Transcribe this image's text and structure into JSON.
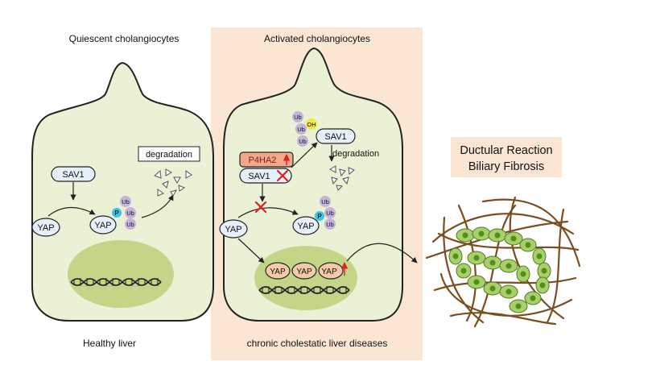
{
  "left_panel": {
    "title": "Quiescent cholangiocytes",
    "footer": "Healthy liver",
    "sav1": "SAV1",
    "degradation": "degradation",
    "yap_free": "YAP",
    "yap_bound": "YAP",
    "p": "P",
    "ub_labels": [
      "Ub",
      "Ub",
      "Ub"
    ]
  },
  "right_panel": {
    "title": "Activated cholangiocytes",
    "footer": "chronic cholestatic liver diseases",
    "p4ha2": "P4HA2",
    "sav1_inhibited": "SAV1",
    "sav1_degraded": "SAV1",
    "oh": "OH",
    "degradation": "degradation",
    "yap_free": "YAP",
    "yap_bound": "YAP",
    "p": "P",
    "ub_labels_top": [
      "Ub",
      "Ub",
      "Ub"
    ],
    "ub_labels_bottom": [
      "Ub",
      "Ub",
      "Ub"
    ],
    "nuclear_yap": [
      "YAP",
      "YAP",
      "YAP"
    ]
  },
  "outcome": {
    "line1": "Ductular Reaction",
    "line2": "Biliary Fibrosis"
  },
  "colors": {
    "cell_fill": "#eaf1d4",
    "nucleus_fill": "#c3d688",
    "panel_bg": "#fbe6d4",
    "protein_fill": "#e6f0fb",
    "p_fill": "#36c7e6",
    "ub_fill": "#c5b3dc",
    "yap_nuclear_fill": "#f6c9a9",
    "p4ha2_fill": "#f0a98a",
    "oh_fill": "#f5ea3a",
    "inhibit_red": "#e0201a",
    "fiber_brown": "#7a4e1f",
    "duct_cell_fill": "#a9cf6a",
    "duct_nucleus_fill": "#4f8f1e"
  }
}
